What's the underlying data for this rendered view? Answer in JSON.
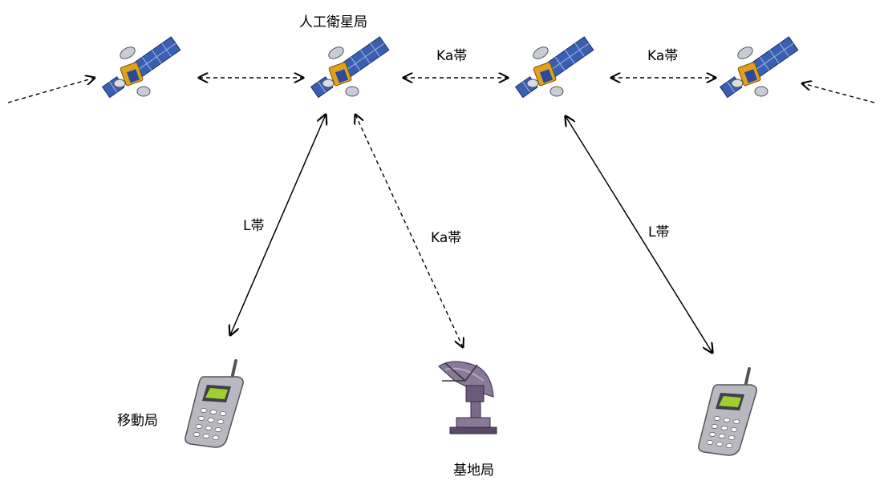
{
  "labels": {
    "satellite_station": "人工衛星局",
    "mobile_station": "移動局",
    "base_station": "基地局",
    "band_ka_1": "Ka帯",
    "band_ka_2": "Ka帯",
    "band_ka_feeder": "Ka帯",
    "band_l_1": "L帯",
    "band_l_2": "L帯"
  },
  "icons": {
    "satellite": "satellite-icon",
    "mobile_phone": "mobile-phone-icon",
    "dish": "satellite-dish-icon"
  },
  "colors": {
    "panel_blue": "#3a5fb0",
    "body_gold": "#e0a020",
    "phone_gray": "#b8b8c0",
    "phone_screen": "#9fd030",
    "dish_purple": "#8a7a9a"
  }
}
